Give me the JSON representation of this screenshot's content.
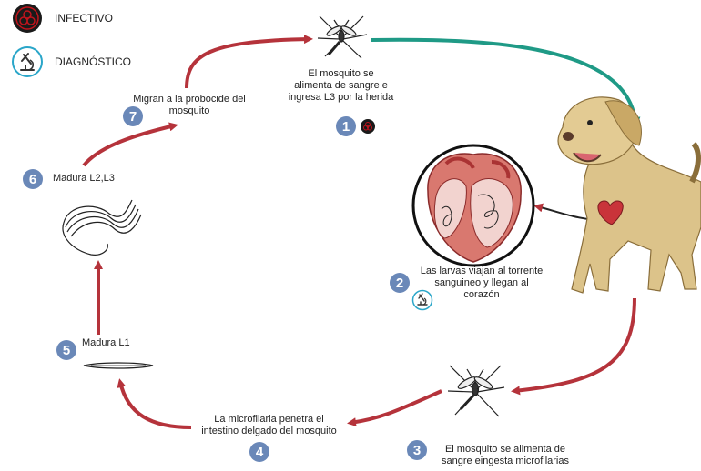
{
  "legend": {
    "infective_label": "INFECTIVO",
    "diagnostic_label": "DIAGNÓSTICO"
  },
  "steps": [
    {
      "number": "1",
      "lines": [
        "El mosquito se",
        "alimenta de sangre e",
        "ingresa L3 por la herida"
      ]
    },
    {
      "number": "2",
      "lines": [
        "Las larvas viajan al torrente",
        "sanguineo y llegan al",
        "corazón"
      ]
    },
    {
      "number": "3",
      "lines": [
        "El mosquito se alimenta de",
        "sangre eingesta microfilarias"
      ]
    },
    {
      "number": "4",
      "lines": [
        "La microfilaria penetra el",
        "intestino delgado del mosquito"
      ]
    },
    {
      "number": "5",
      "lines": [
        "Madura L1"
      ]
    },
    {
      "number": "6",
      "lines": [
        "Madura L2,L3"
      ]
    },
    {
      "number": "7",
      "lines": [
        "Migran a la probocide del",
        "mosquito"
      ]
    }
  ],
  "colors": {
    "arrow_red": "#b5333b",
    "arrow_teal": "#1f9a86",
    "badge_blue": "#6a88b8",
    "infective_dark": "#1a1a1a",
    "infective_red": "#c0141c",
    "diagnostic_ring": "#2aa6c9",
    "dog_fur": "#dcc38a",
    "heart_red": "#c9343a"
  },
  "icons": [
    "biohazard-icon",
    "microscope-icon",
    "mosquito-icon",
    "dog-illustration",
    "heart-illustration",
    "worm-icon"
  ]
}
